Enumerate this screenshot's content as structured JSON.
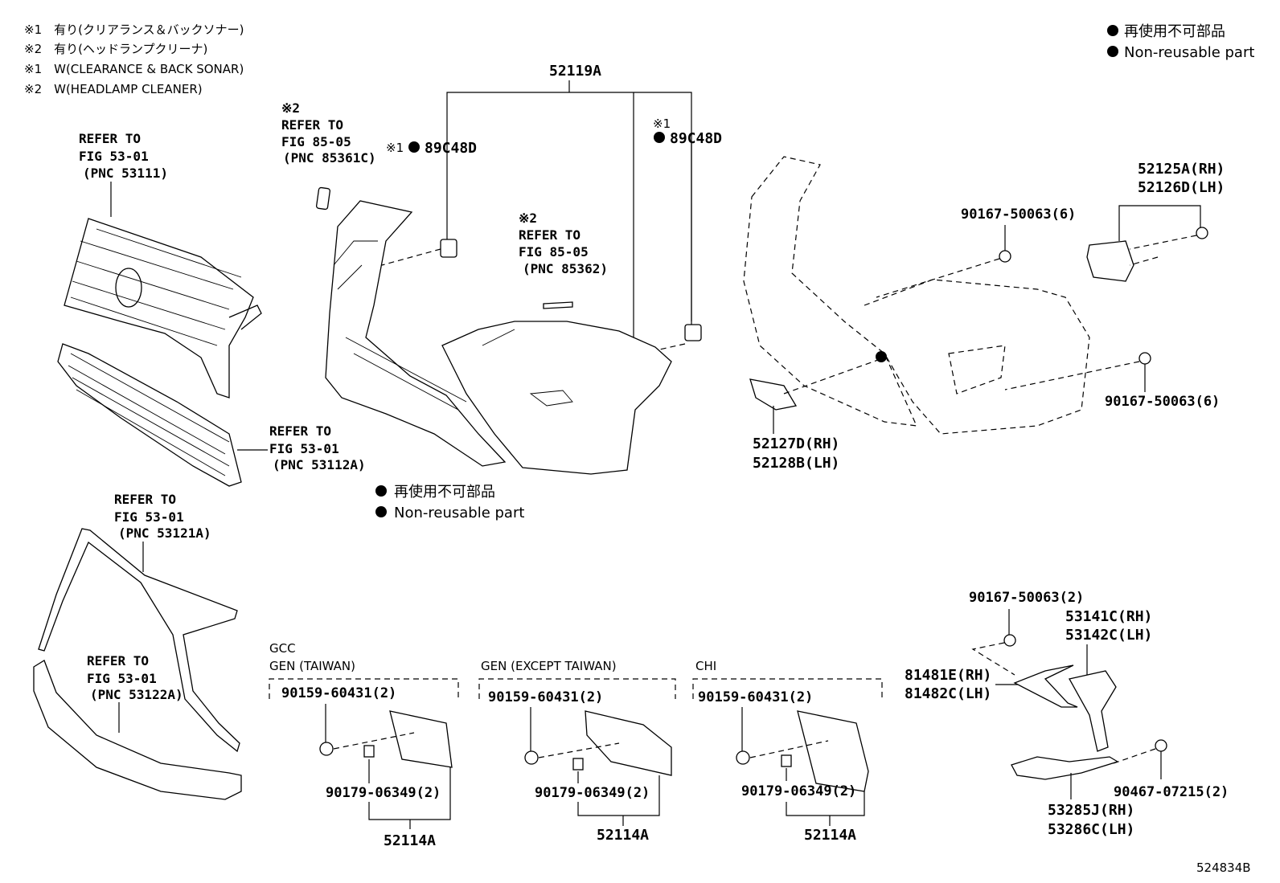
{
  "notes": {
    "n1": "※1　有り(クリアランス＆バックソナー)",
    "n2": "※2　有り(ヘッドランプクリーナ)",
    "n3": "※1　W(CLEARANCE & BACK SONAR)",
    "n4": "※2　W(HEADLAMP CLEANER)"
  },
  "legend_top": {
    "jp": "再使用不可部品",
    "en": "Non-reusable part"
  },
  "legend_mid": {
    "jp": "再使用不可部品",
    "en": "Non-reusable part"
  },
  "refs": {
    "grille_upper": {
      "l1": "REFER TO",
      "l2": "FIG 53-01",
      "l3": "(PNC 53111)"
    },
    "grille_lower": {
      "l1": "REFER TO",
      "l2": "FIG 53-01",
      "l3": "(PNC 53112A)"
    },
    "trim_upper": {
      "l1": "REFER TO",
      "l2": "FIG 53-01",
      "l3": "(PNC 53121A)"
    },
    "trim_lower": {
      "l1": "REFER TO",
      "l2": "FIG 53-01",
      "l3": "(PNC 53122A)"
    },
    "washer_a": {
      "mark": "※2",
      "l1": "REFER TO",
      "l2": "FIG 85-05",
      "l3": "(PNC 85361C)"
    },
    "washer_b": {
      "mark": "※2",
      "l1": "REFER TO",
      "l2": "FIG 85-05",
      "l3": "(PNC 85362)"
    }
  },
  "parts": {
    "bumper_cover": "52119A",
    "sensor_left_mark": "※1",
    "sensor_left": "89C48D",
    "sensor_right_mark": "※1",
    "sensor_right": "89C48D",
    "bracket_rh": "52125A(RH)",
    "bracket_lh": "52126D(LH)",
    "screw_top": "90167-50063(6)",
    "screw_mid": "90167-50063(6)",
    "spacer_rh": "52127D(RH)",
    "spacer_lh": "52128B(LH)",
    "screw_bottom_right": "90167-50063(2)",
    "cover_rh": "53141C(RH)",
    "cover_lh": "53142C(LH)",
    "moulding_rh": "81481E(RH)",
    "moulding_lh": "81482C(LH)",
    "clip_right": "90467-07215(2)",
    "garnish_rh": "53285J(RH)",
    "garnish_lh": "53286C(LH)",
    "illustration_id": "524834B"
  },
  "plates": [
    {
      "region1": "GCC",
      "region2": "GEN (TAIWAN)",
      "bolt": "90159-60431(2)",
      "nut": "90179-06349(2)",
      "part": "52114A"
    },
    {
      "region1": "",
      "region2": "GEN (EXCEPT TAIWAN)",
      "bolt": "90159-60431(2)",
      "nut": "90179-06349(2)",
      "part": "52114A"
    },
    {
      "region1": "",
      "region2": "CHI",
      "bolt": "90159-60431(2)",
      "nut": "90179-06349(2)",
      "part": "52114A"
    }
  ]
}
